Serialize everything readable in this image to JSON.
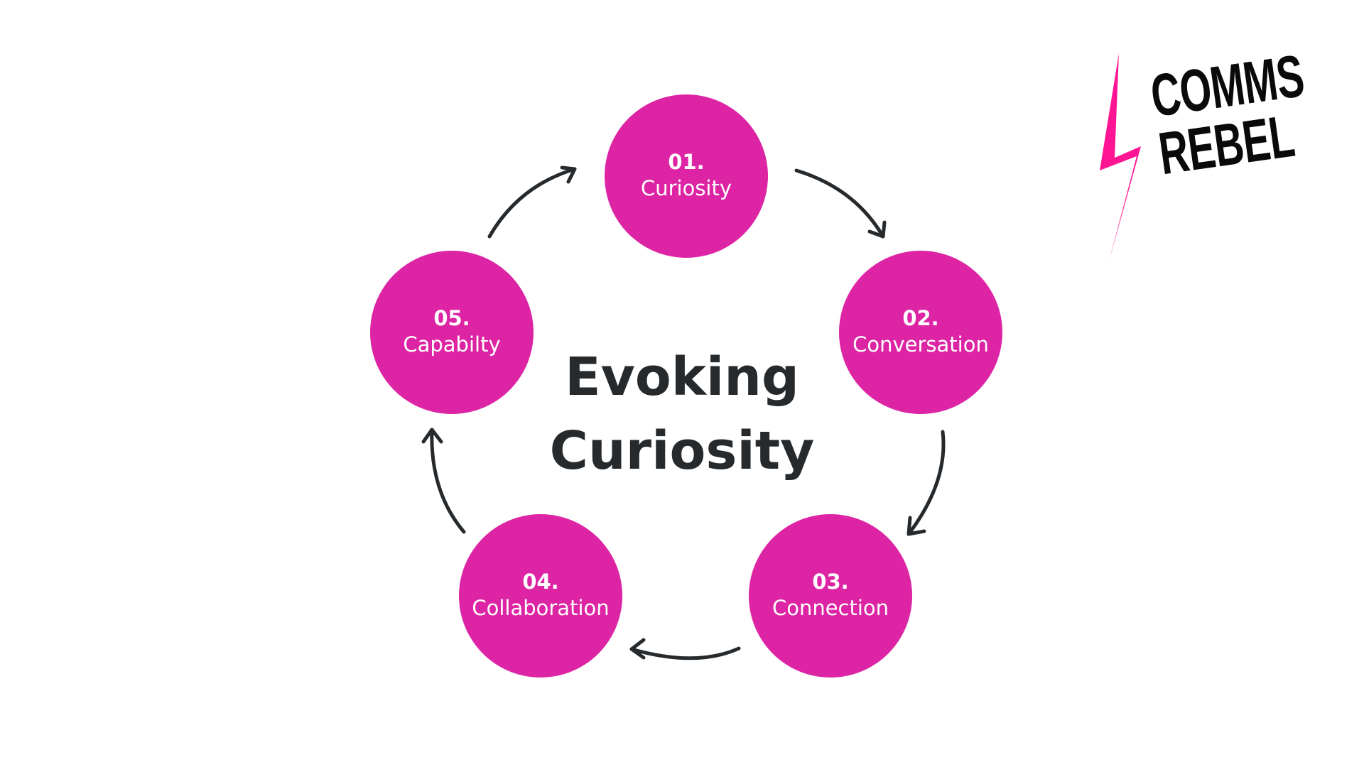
{
  "title": {
    "line1": "Evoking",
    "line2": "Curiosity"
  },
  "nodes": [
    {
      "number": "01.",
      "label": "Curiosity"
    },
    {
      "number": "02.",
      "label": "Conversation"
    },
    {
      "number": "03.",
      "label": "Connection"
    },
    {
      "number": "04.",
      "label": "Collaboration"
    },
    {
      "number": "05.",
      "label": "Capabilty"
    }
  ],
  "logo": {
    "line1": "COMMS",
    "line2": "REBEL",
    "icon": "lightning-bolt-icon"
  },
  "colors": {
    "node_fill": "#dd24a4",
    "arrow": "#262a2d",
    "title": "#262a2d",
    "bolt": "#ff1493",
    "logo_text": "#0a0a0a"
  }
}
